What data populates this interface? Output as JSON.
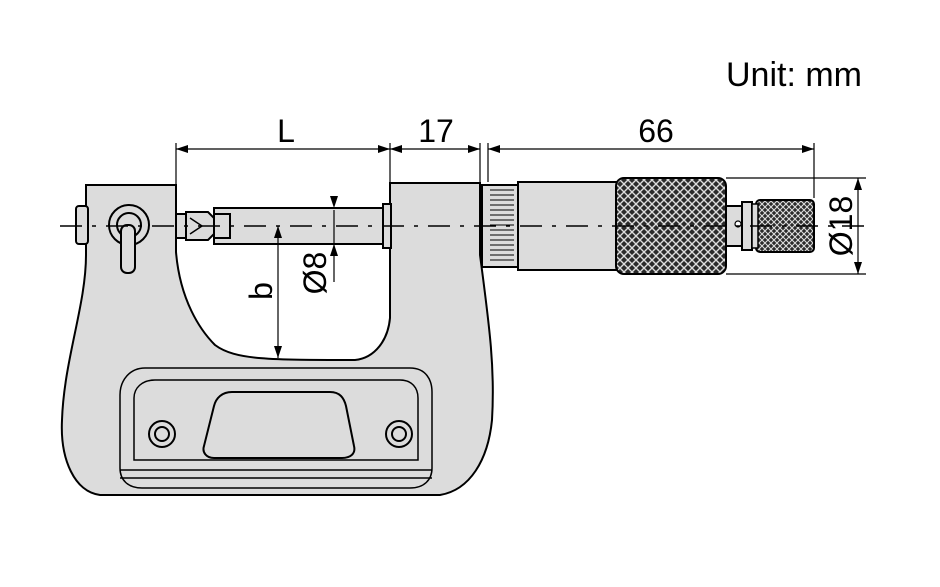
{
  "unit_label": "Unit: mm",
  "dimensions": {
    "L": "L",
    "seventeen": "17",
    "sixty_six": "66",
    "b": "b",
    "dia8": "Ø8",
    "dia18": "Ø18"
  },
  "colors": {
    "body": "#dcdcdc",
    "lines": "#000000",
    "knurl": "#2a2a2a"
  }
}
